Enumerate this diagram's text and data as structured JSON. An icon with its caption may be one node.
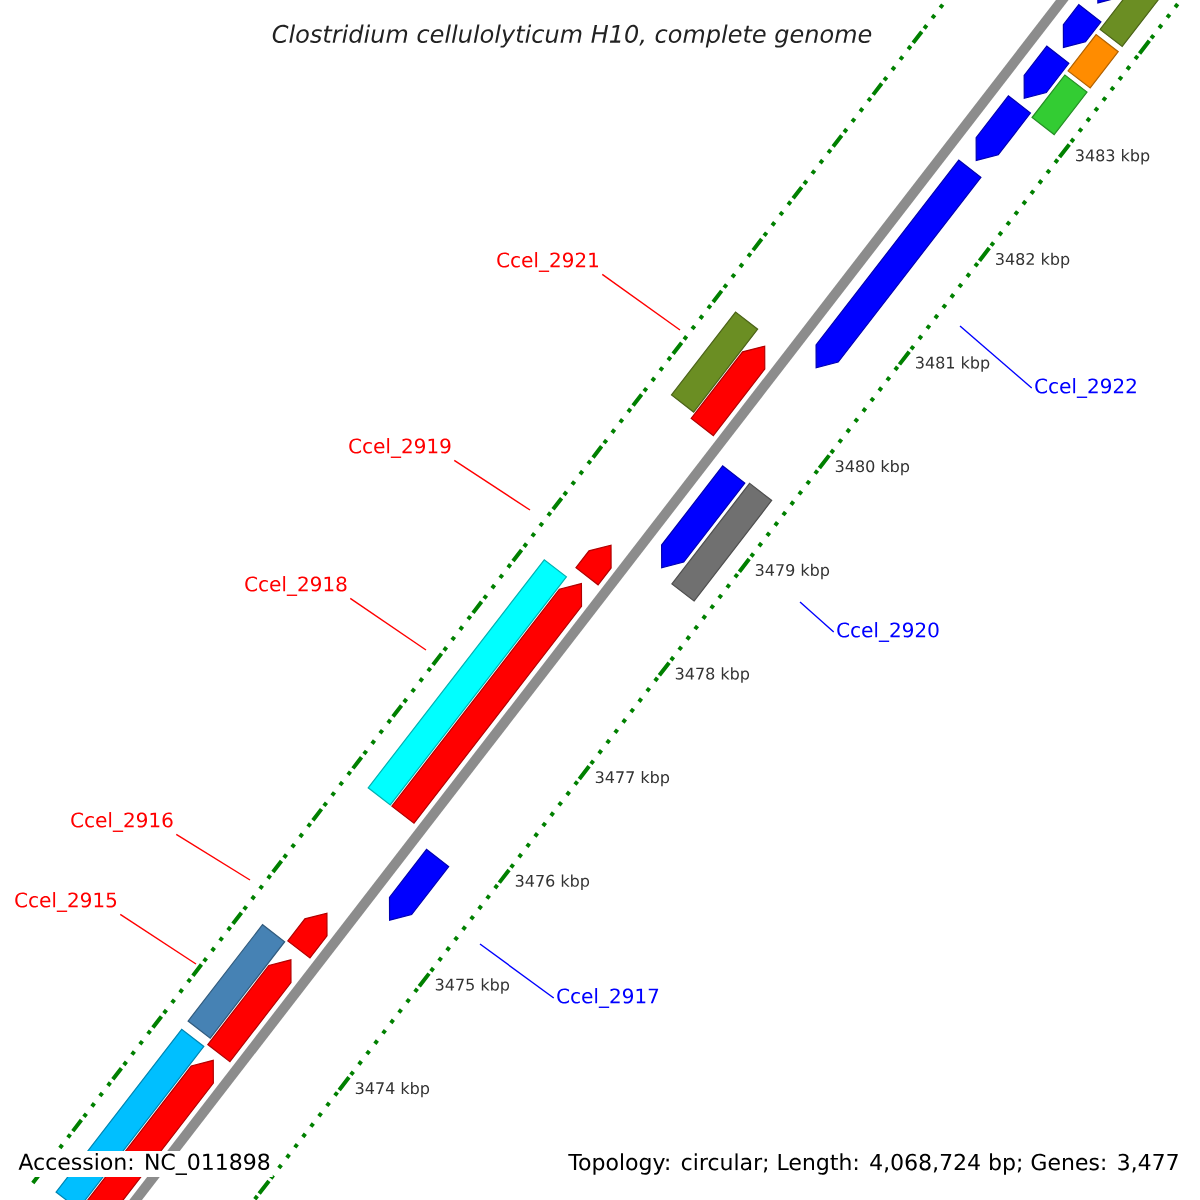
{
  "diagram": {
    "title": "Clostridium cellulolyticum H10, complete genome",
    "nodes": [
      {
        "text": [
          "Ccel_2921"
        ]
      },
      {
        "text": [
          "Ccel_2922"
        ]
      },
      {
        "text": [
          "Ccel_2919"
        ]
      },
      {
        "text": [
          "Ccel_2918"
        ]
      },
      {
        "text": [
          "Ccel_2920"
        ]
      },
      {
        "text": [
          "Ccel_2916"
        ]
      },
      {
        "text": [
          "Ccel_2915"
        ]
      },
      {
        "text": [
          "Ccel_2917"
        ]
      }
    ],
    "edges": [
      {
        "from": 0,
        "to": null,
        "arrow": "none",
        "color": "#ff0000"
      },
      {
        "from": 1,
        "to": null,
        "arrow": "none",
        "color": "#0000ff"
      },
      {
        "from": 2,
        "to": null,
        "arrow": "none",
        "color": "#ff0000"
      },
      {
        "from": 3,
        "to": null,
        "arrow": "none",
        "color": "#ff0000"
      },
      {
        "from": 4,
        "to": null,
        "arrow": "none",
        "color": "#0000ff"
      },
      {
        "from": 5,
        "to": null,
        "arrow": "none",
        "color": "#ff0000"
      },
      {
        "from": 6,
        "to": null,
        "arrow": "none",
        "color": "#ff0000"
      },
      {
        "from": 7,
        "to": null,
        "arrow": "none",
        "color": "#0000ff"
      }
    ],
    "labels": [
      "3483 kbp",
      "3482 kbp",
      "3481 kbp",
      "3480 kbp",
      "3479 kbp",
      "3478 kbp",
      "3477 kbp",
      "3476 kbp",
      "3475 kbp",
      "3474 kbp",
      "Accession: NC_011898",
      "Topology: circular; Length: 4,068,724 bp; Genes: 3,477"
    ]
  }
}
